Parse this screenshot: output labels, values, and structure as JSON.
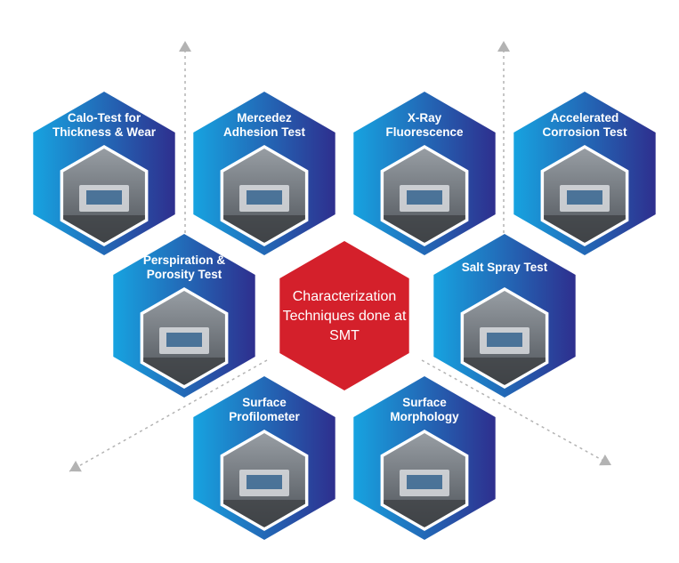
{
  "center": {
    "lines": [
      "Characterization",
      "Techniques done at",
      "SMT"
    ],
    "color": "#d4202b"
  },
  "colors": {
    "hex_light": "#17a3e0",
    "hex_dark": "#2e2f8e",
    "arrow": "#b3b3b3",
    "photo_frame": "#ffffff"
  },
  "techniques": [
    {
      "id": "calo-test",
      "lines": [
        "Calo-Test for",
        "Thickness & Wear"
      ],
      "photo": "calo-test-apparatus-photo"
    },
    {
      "id": "mercedez-adhesion",
      "lines": [
        "Mercedez",
        "Adhesion Test"
      ],
      "photo": "adhesion-tester-photo"
    },
    {
      "id": "x-ray-fluorescence",
      "lines": [
        "X-Ray",
        "Fluorescence"
      ],
      "photo": "xrf-instrument-photo"
    },
    {
      "id": "accelerated-corrosion",
      "lines": [
        "Accelerated",
        "Corrosion Test"
      ],
      "photo": "corrosion-chamber-photo"
    },
    {
      "id": "perspiration-porosity",
      "lines": [
        "Perspiration &",
        "Porosity Test"
      ],
      "photo": "desiccator-photo"
    },
    {
      "id": "salt-spray",
      "lines": [
        "Salt Spray Test"
      ],
      "photo": "salt-spray-cabinet-photo"
    },
    {
      "id": "surface-profilometer",
      "lines": [
        "Surface",
        "Profilometer"
      ],
      "photo": "profilometer-photo"
    },
    {
      "id": "surface-morphology",
      "lines": [
        "Surface",
        "Morphology"
      ],
      "photo": "microscope-photo"
    }
  ]
}
